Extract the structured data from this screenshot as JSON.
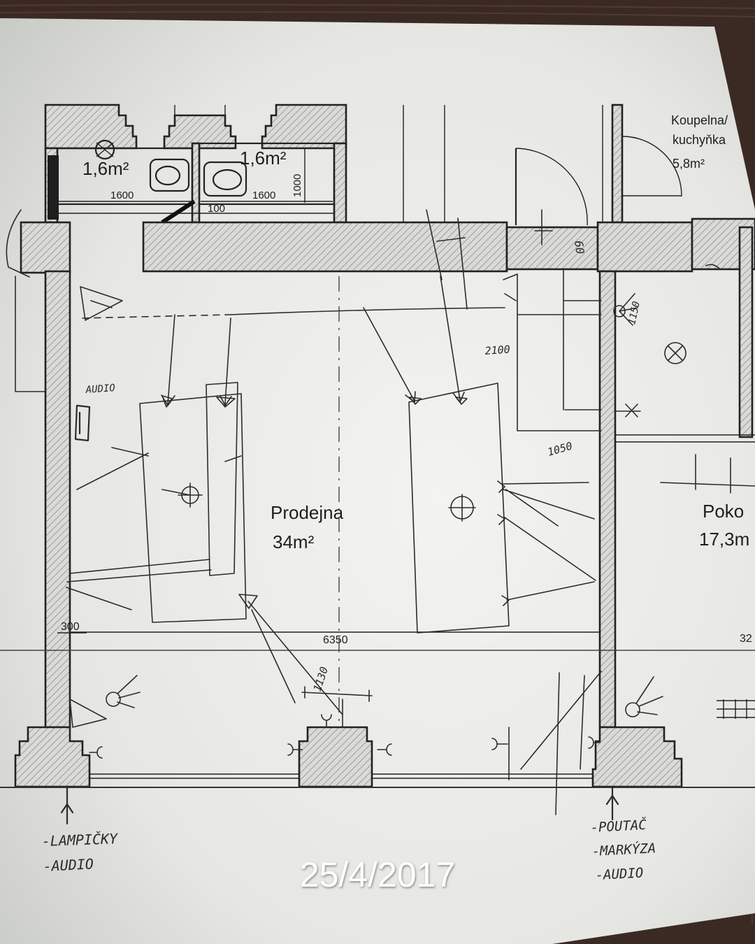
{
  "colors": {
    "background": "#3b2a24",
    "paper": "#e9eae6",
    "ink": "#222222",
    "pencil": "#2c2c2c",
    "hatch": "#8d8d8a",
    "date": "#ffffff"
  },
  "plan": {
    "toilet_left": {
      "area": "1,6m²",
      "width": "1600"
    },
    "toilet_right": {
      "area": "1,6m²",
      "width": "1600",
      "depth": "1000"
    },
    "gap": "100",
    "bathroom": {
      "line1": "Koupelna/",
      "line2": "kuchyňka",
      "area": "5,8m²"
    },
    "shop": {
      "name": "Prodejna",
      "area": "34m²"
    },
    "room": {
      "name": "Poko",
      "area": "17,3m"
    },
    "dimensions": {
      "left": "300",
      "middle": "6350",
      "right": "32"
    }
  },
  "sketch_notes": {
    "audio_label": "AUDIO",
    "handwritten_dims": [
      "2100",
      "1050",
      "1150",
      "60",
      "1130"
    ],
    "left_list": [
      "-LAMPIČKY",
      "-AUDIO"
    ],
    "right_list": [
      "-POUTAČ",
      "-MARKÝZA",
      "-AUDIO"
    ]
  },
  "date_stamp": "25/4/2017"
}
